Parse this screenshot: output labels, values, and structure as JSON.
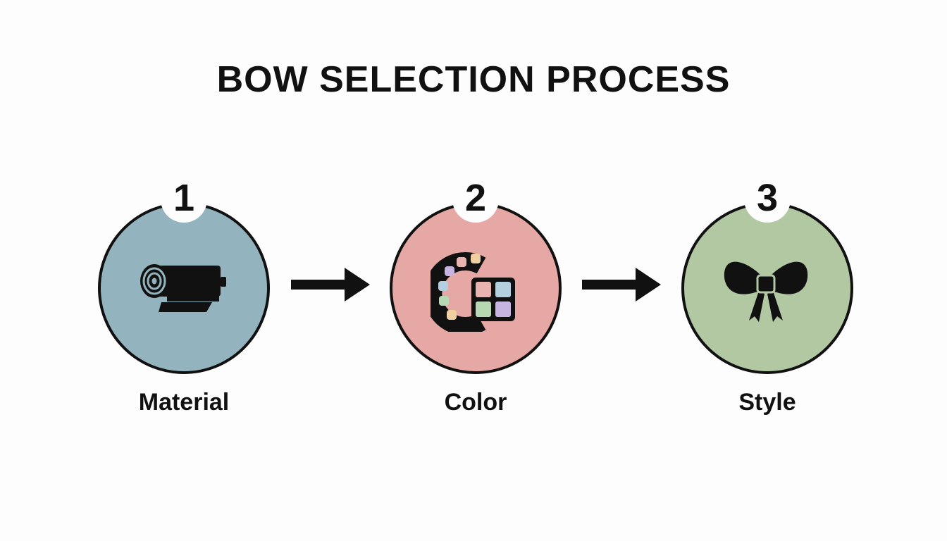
{
  "title": "BOW SELECTION PROCESS",
  "steps": [
    {
      "number": "1",
      "label": "Material",
      "color": "#93b4be",
      "icon": "fabric-roll-icon"
    },
    {
      "number": "2",
      "label": "Color",
      "color": "#e5a8a4",
      "icon": "color-palette-icon"
    },
    {
      "number": "3",
      "label": "Style",
      "color": "#b2c8a2",
      "icon": "bow-icon"
    }
  ],
  "arrows": [
    "arrow-right-icon",
    "arrow-right-icon"
  ],
  "palette_swatch_colors": [
    "#e8b4b0",
    "#b4cfe0",
    "#b8d8b4",
    "#c8b4e0",
    "#f0d0a0"
  ]
}
